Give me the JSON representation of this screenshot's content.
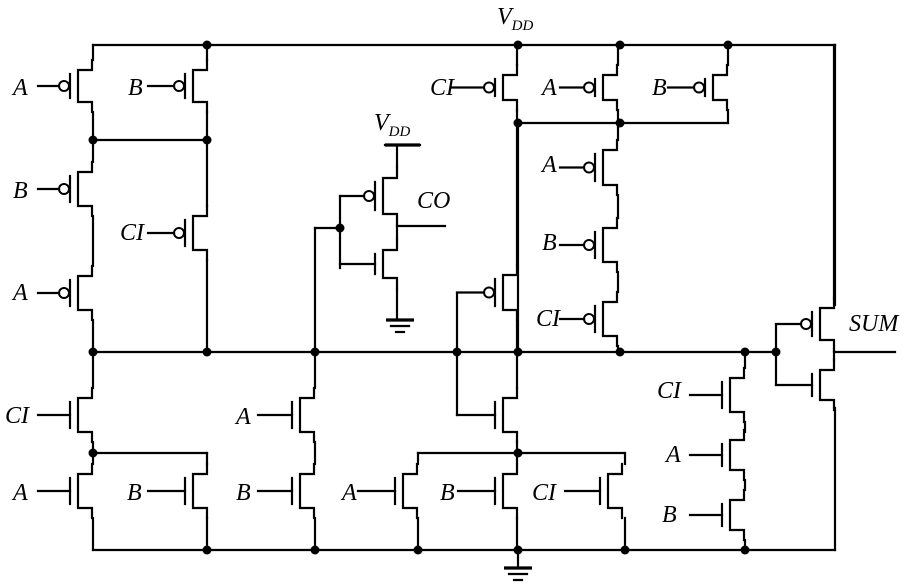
{
  "labels": {
    "vdd_main": "V",
    "vdd_sub": "DD",
    "vdd_inv": "V",
    "vdd_inv_sub": "DD",
    "co": "CO",
    "sum": "SUM",
    "gates": {
      "g1": "A",
      "g2": "B",
      "g3": "B",
      "g4": "CI",
      "g5": "A",
      "g6": "CI",
      "g7": "A",
      "g8": "B",
      "g9": "A",
      "g10": "B",
      "g11": "A",
      "g12": "B",
      "g13": "CI",
      "g14": "CI",
      "g15": "A",
      "g16": "B",
      "g17": "A",
      "g18": "B",
      "g19": "CI",
      "g20": "CI",
      "g21": "A",
      "g22": "B"
    }
  }
}
